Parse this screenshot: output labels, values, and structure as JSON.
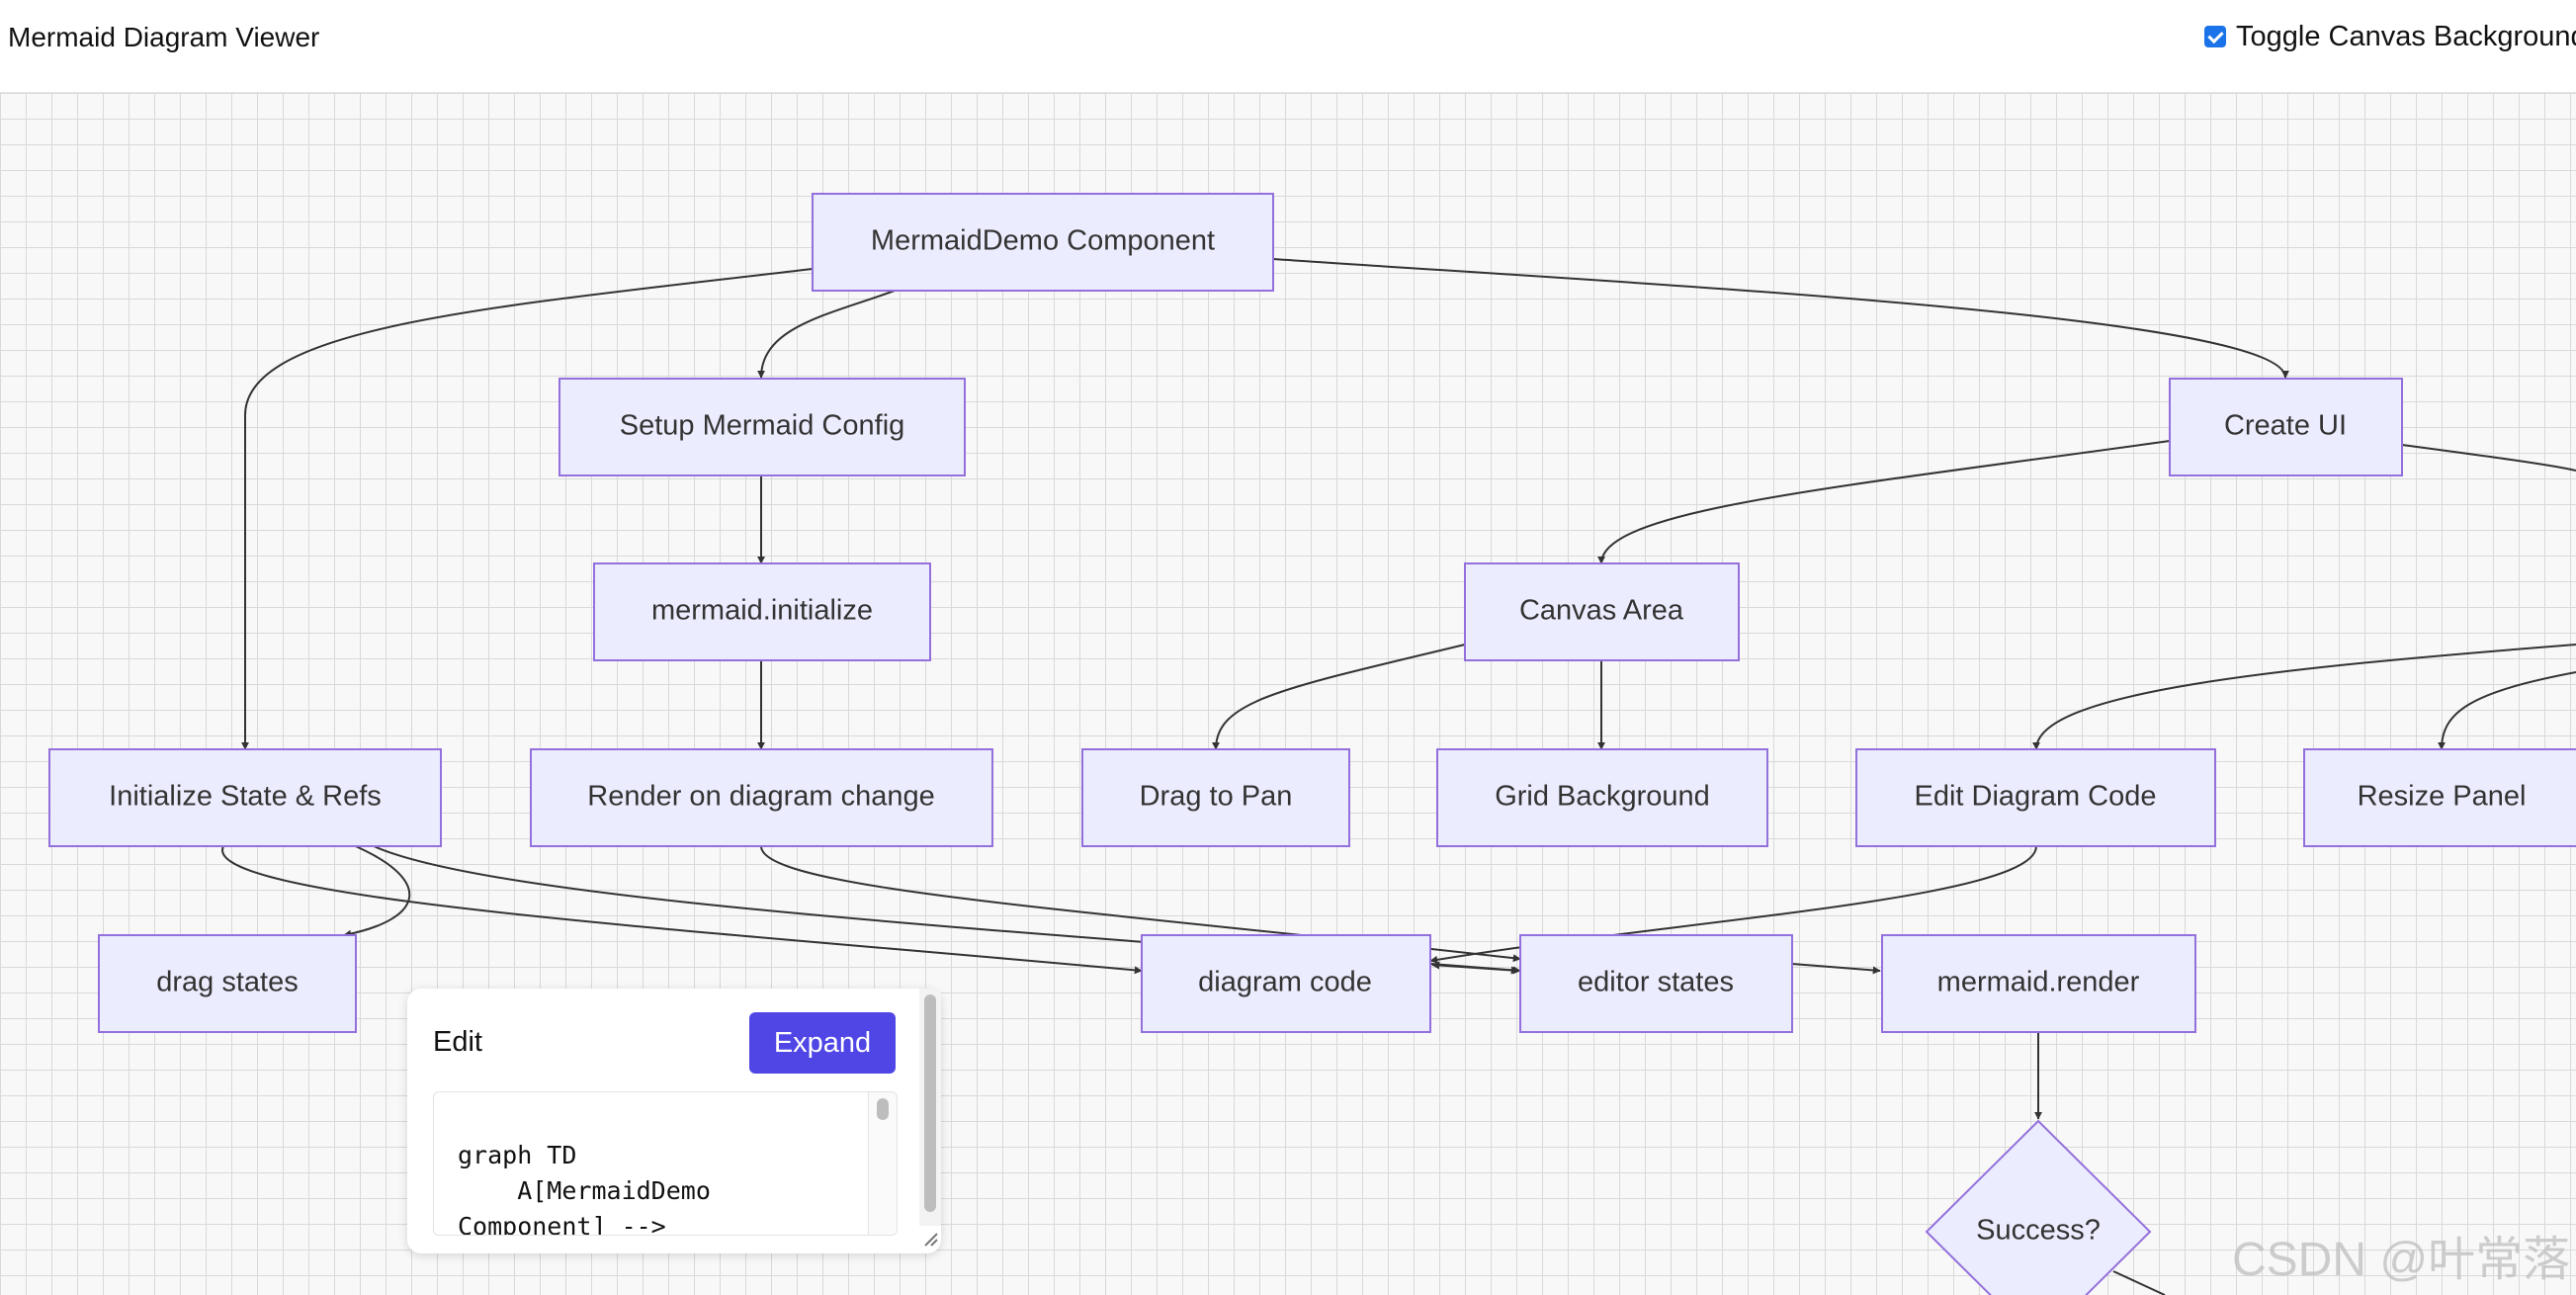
{
  "header": {
    "title": "Mermaid Diagram Viewer",
    "toggle_label": "Toggle Canvas Background",
    "toggle_checked": true
  },
  "diagram": {
    "nodes": {
      "A": "MermaidDemo Component",
      "B": "Setup Mermaid Config",
      "C": "Create UI",
      "D": "mermaid.initialize",
      "E": "Canvas Area",
      "F": "Initialize State & Refs",
      "G": "Render on diagram change",
      "H": "Drag to Pan",
      "I": "Grid Background",
      "J": "Edit Diagram Code",
      "K": "Resize Panel",
      "L": "drag states",
      "M": "diagram code",
      "N": "editor states",
      "O": "mermaid.render",
      "P": "Success?"
    }
  },
  "editor": {
    "title": "Edit",
    "expand_label": "Expand",
    "code": "graph TD\n    A[MermaidDemo\nComponent] -->"
  },
  "watermark": "CSDN @叶常落",
  "colors": {
    "node_fill": "#ECECFF",
    "node_stroke": "#9370DB",
    "edge": "#333333",
    "expand_button": "#4f46e5",
    "checkbox": "#1a73e8"
  }
}
